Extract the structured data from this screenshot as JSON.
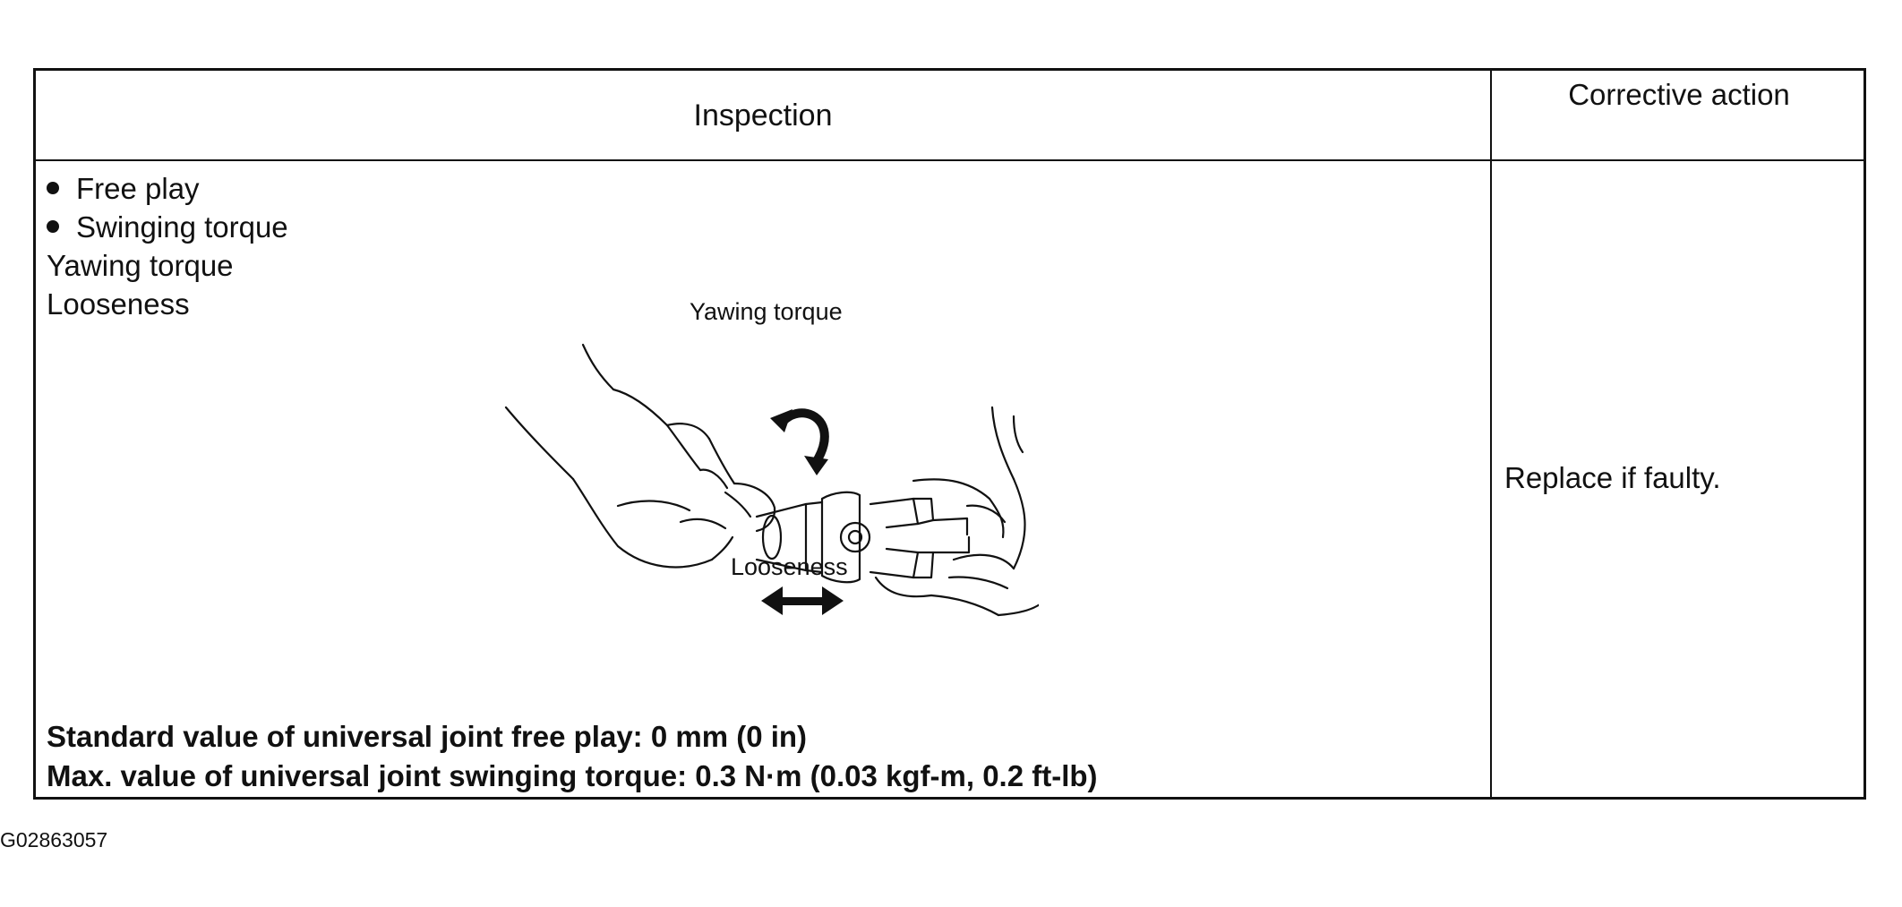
{
  "table": {
    "header_inspection": "Inspection",
    "header_corrective": "Corrective action",
    "inspection_items": [
      {
        "bullet": true,
        "text": "Free play"
      },
      {
        "bullet": true,
        "text": "Swinging torque"
      },
      {
        "bullet": false,
        "text": "Yawing torque"
      },
      {
        "bullet": false,
        "text": "Looseness"
      }
    ],
    "figure": {
      "label_yawing": "Yawing torque",
      "label_looseness": "Looseness"
    },
    "spec_lines": [
      "Standard value of universal joint free play: 0 mm (0 in)",
      "Max. value of universal joint swinging torque: 0.3 N·m (0.03 kgf-m, 0.2 ft-lb)"
    ],
    "corrective_action": "Replace if faulty."
  },
  "figure_code": "G02863057"
}
